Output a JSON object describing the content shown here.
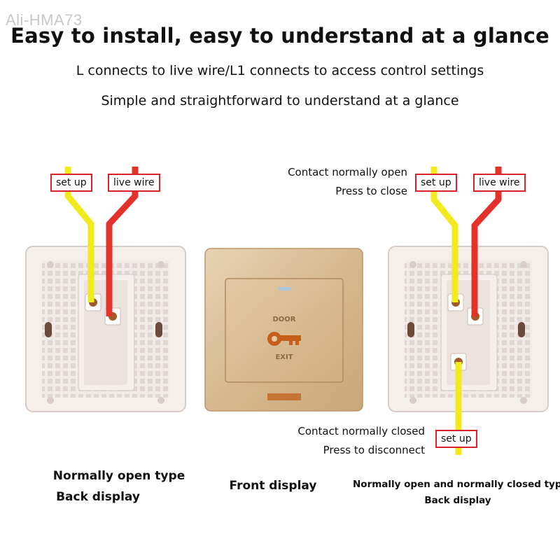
{
  "watermark": "Ali-HMA73",
  "title": "Easy to install, easy to understand at a glance",
  "subtitle_1": "L connects to live wire/L1 connects to access control settings",
  "subtitle_2": "Simple and straightforward to understand at a glance",
  "left_panel": {
    "tag_setup": "set up",
    "tag_live": "live wire",
    "caption_line1": "Normally open type",
    "caption_line2": "Back display"
  },
  "front_panel": {
    "door_text": "DOOR",
    "exit_text": "EXIT",
    "caption": "Front display"
  },
  "right_panel": {
    "note_open_line1": "Contact normally open",
    "note_open_line2": "Press to close",
    "tag_setup_top": "set up",
    "tag_live": "live wire",
    "note_closed_line1": "Contact normally closed",
    "note_closed_line2": "Press to disconnect",
    "tag_setup_bottom": "set up",
    "caption_line1": "Normally open and normally closed type",
    "caption_line2": "Back display"
  },
  "colors": {
    "wire_yellow": "#f2ea1f",
    "wire_red": "#e2322a",
    "tag_border": "#d9232a",
    "gold_panel": "#d8bd94"
  }
}
